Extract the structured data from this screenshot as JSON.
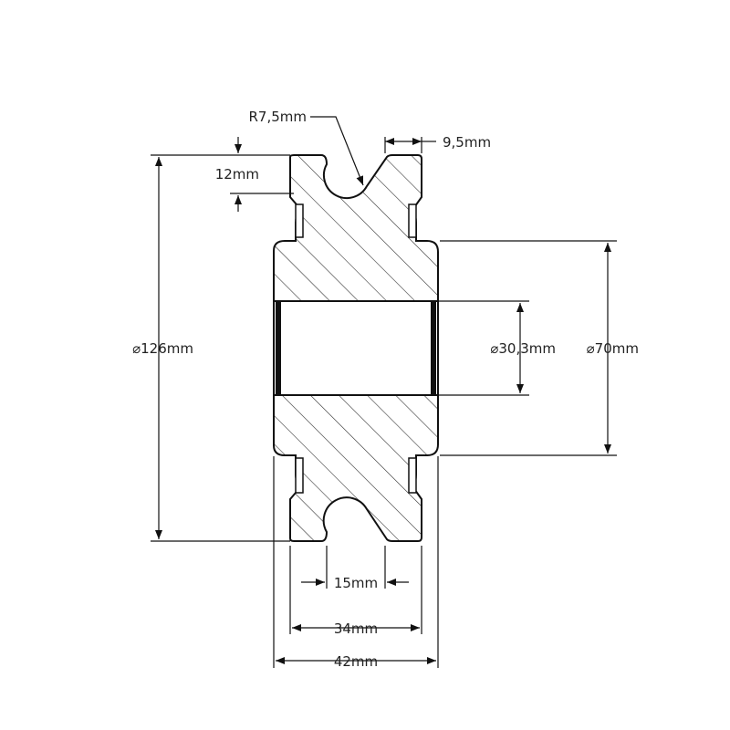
{
  "colors": {
    "line": "#111111",
    "hatch": "#333333",
    "background": "#ffffff"
  },
  "dimensions": {
    "radius": "R7,5mm",
    "groove_top": "9,5mm",
    "flange_height": "12mm",
    "outer_diameter": "⌀126mm",
    "bore_diameter": "⌀30,3mm",
    "hub_diameter": "⌀70mm",
    "groove_width": "15mm",
    "rim_width": "34mm",
    "total_width": "42mm"
  }
}
